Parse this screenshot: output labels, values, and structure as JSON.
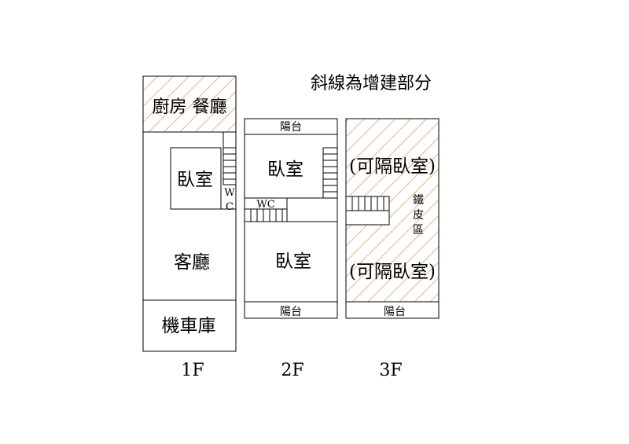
{
  "note": "斜線為增建部分",
  "hatch_color": "#e8a060",
  "floors": {
    "f1": {
      "label": "1F",
      "kitchen": "廚房 餐廳",
      "bedroom": "臥室",
      "wc_w": "W",
      "wc_c": "C",
      "living": "客廳",
      "garage": "機車庫"
    },
    "f2": {
      "label": "2F",
      "balcony_top": "陽台",
      "bedroom_top": "臥室",
      "wc": "WC",
      "bedroom_bottom": "臥室",
      "balcony_bottom": "陽台"
    },
    "f3": {
      "label": "3F",
      "room_top": "(可隔臥室)",
      "iron_1": "鐵",
      "iron_2": "皮",
      "iron_3": "區",
      "room_bottom": "(可隔臥室)",
      "balcony_bottom": "陽台"
    }
  }
}
